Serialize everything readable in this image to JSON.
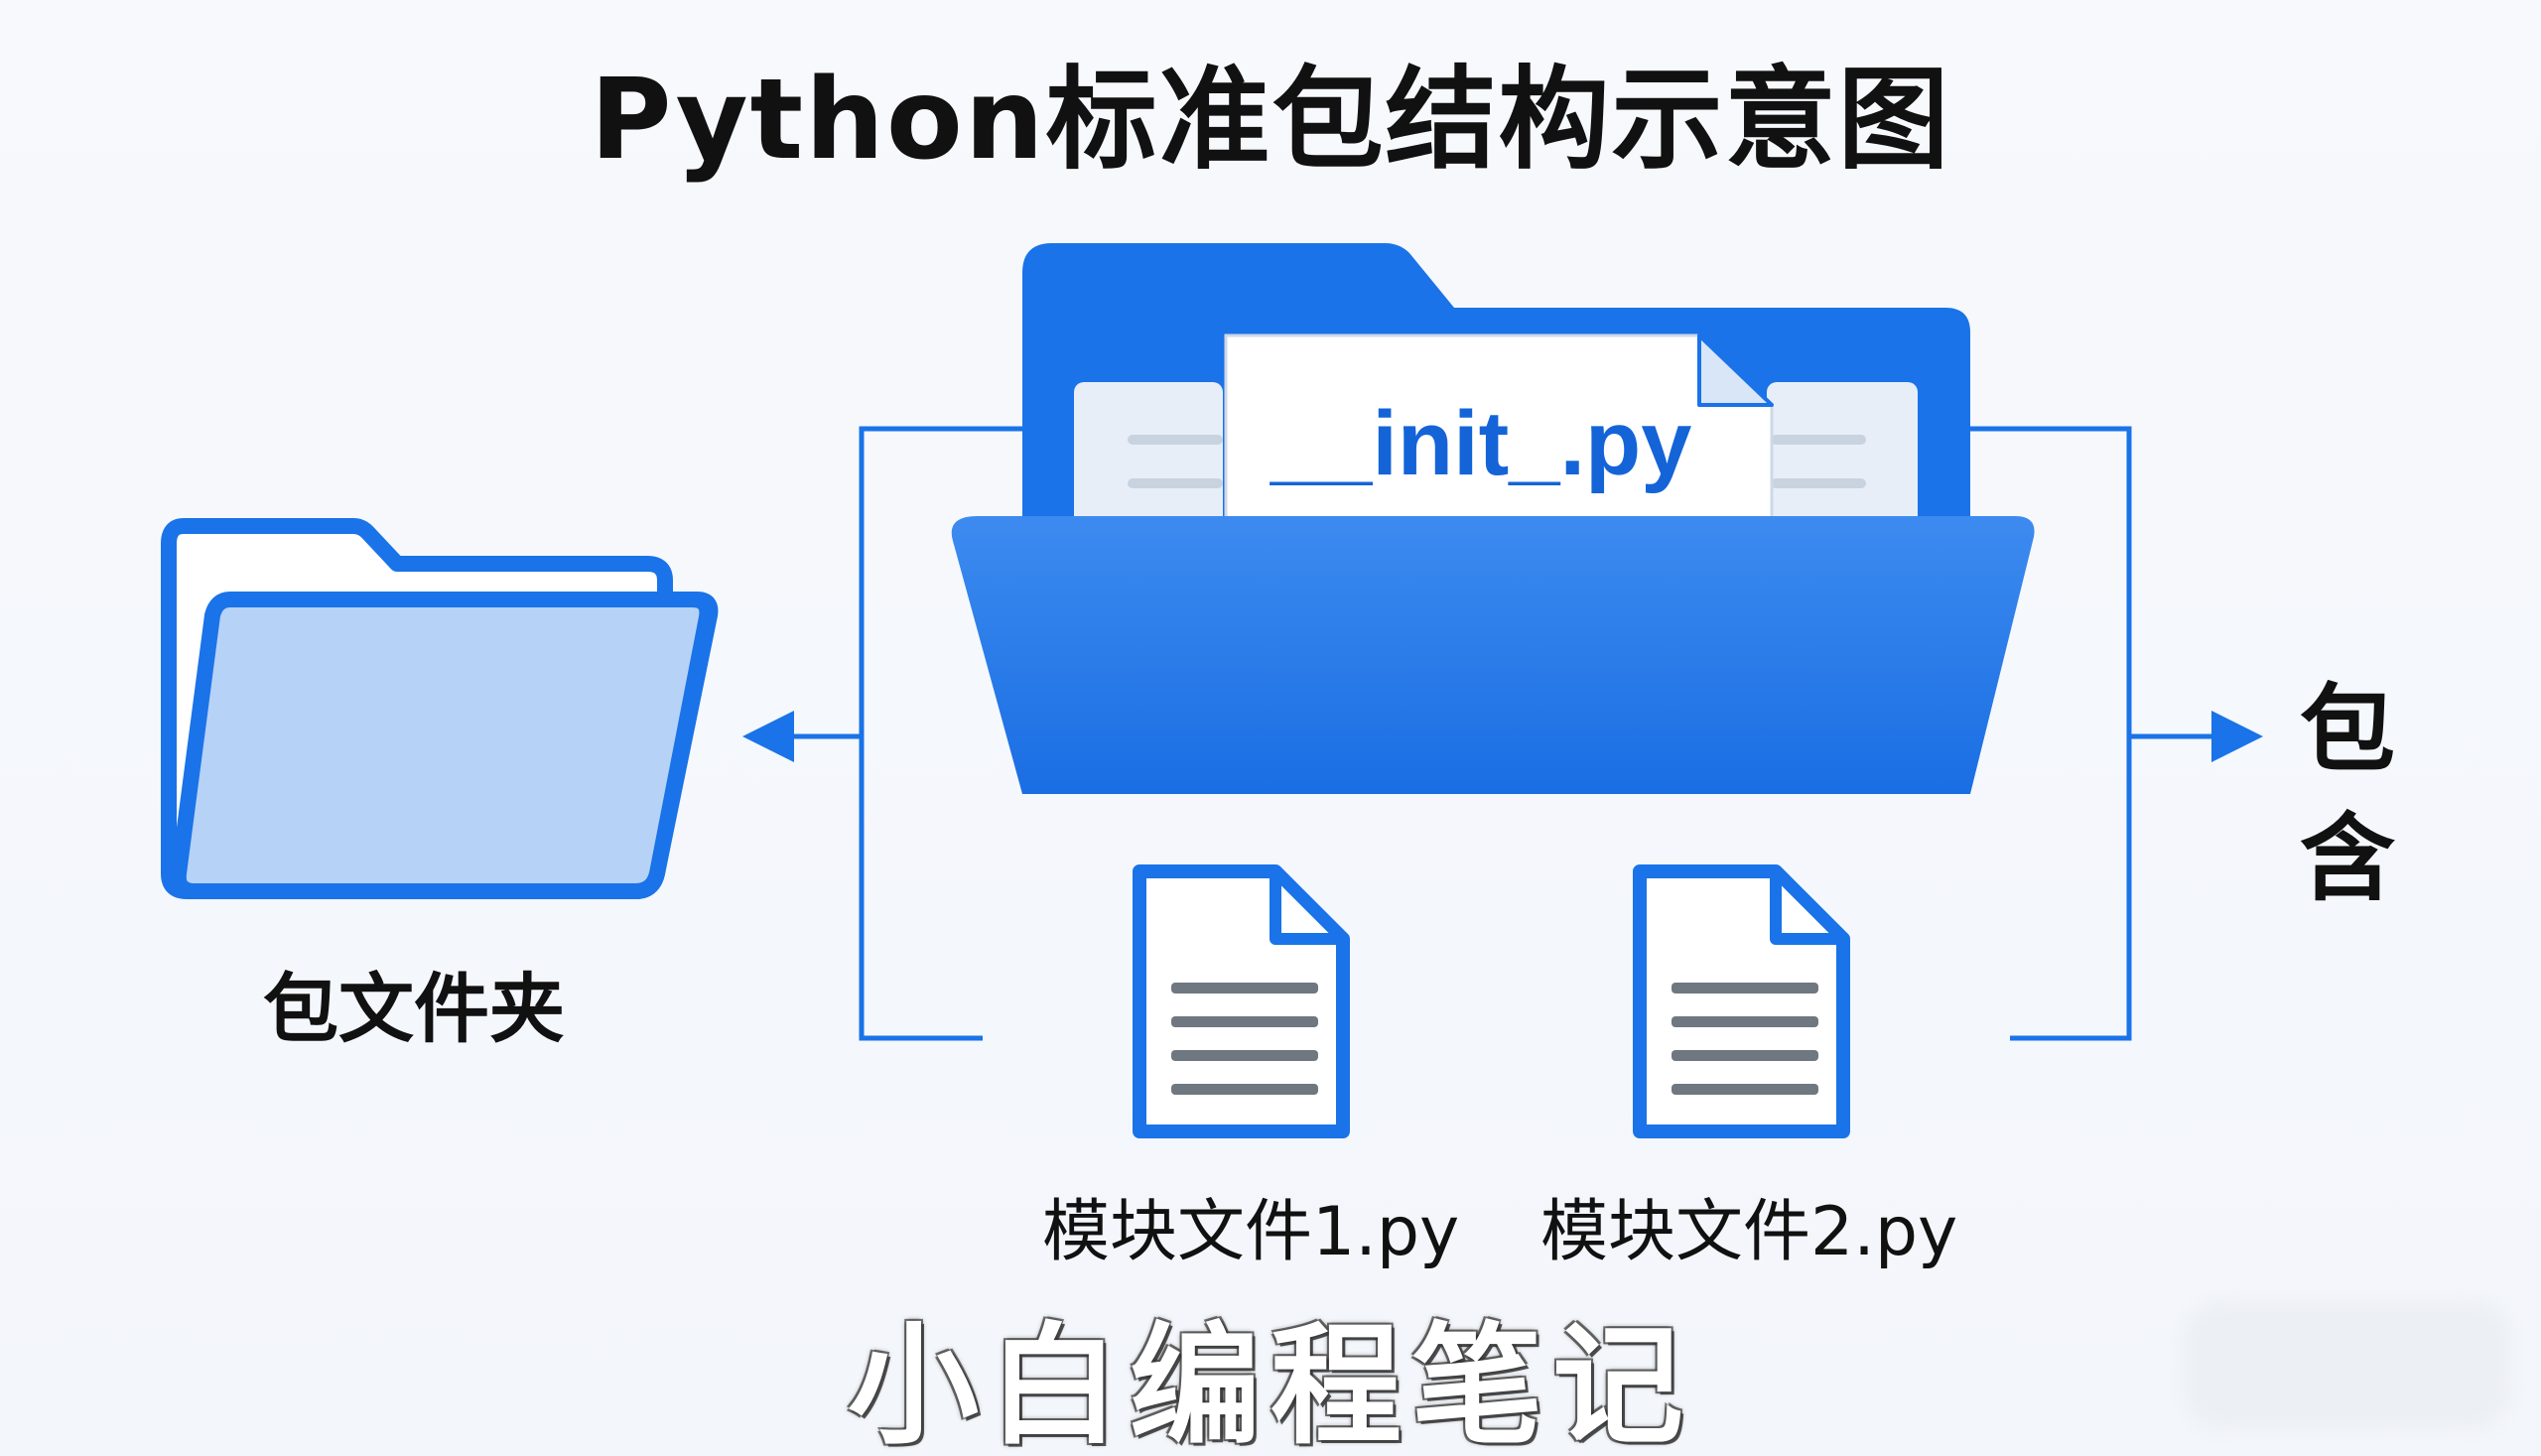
{
  "title": "Python标准包结构示意图",
  "package_folder": {
    "label": "包文件夹",
    "icon": "folder-icon"
  },
  "main_folder": {
    "icon": "open-folder-icon",
    "init_file": "__init_.py"
  },
  "modules": [
    {
      "label": "模块文件1.py",
      "icon": "document-icon"
    },
    {
      "label": "模块文件2.py",
      "icon": "document-icon"
    }
  ],
  "contains_label": "包含",
  "watermark": "小白编程笔记",
  "colors": {
    "primary_blue": "#1a73e8",
    "light_blue": "#b6d2f7",
    "connector_blue": "#1a73e8",
    "doc_lines": "#6f7780"
  }
}
